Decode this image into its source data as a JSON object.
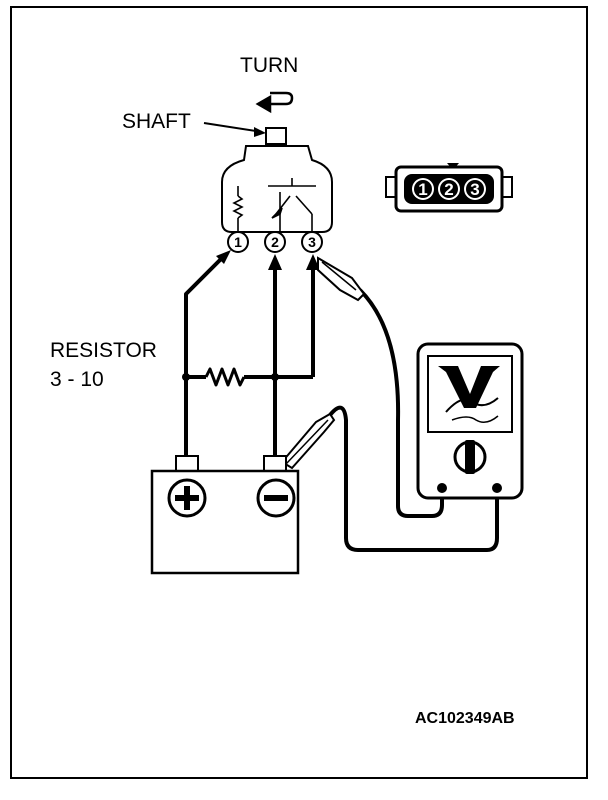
{
  "labels": {
    "turn": "TURN",
    "shaft": "SHAFT",
    "resistor": "RESISTOR",
    "resistor_value": "3 - 10",
    "figure_code": "AC102349AB"
  },
  "sensor_pins": [
    "1",
    "2",
    "3"
  ],
  "connector_pins": [
    "1",
    "2",
    "3"
  ],
  "battery_terminals": {
    "positive": "+",
    "negative": "−"
  },
  "colors": {
    "line": "#000000",
    "background": "#ffffff"
  }
}
